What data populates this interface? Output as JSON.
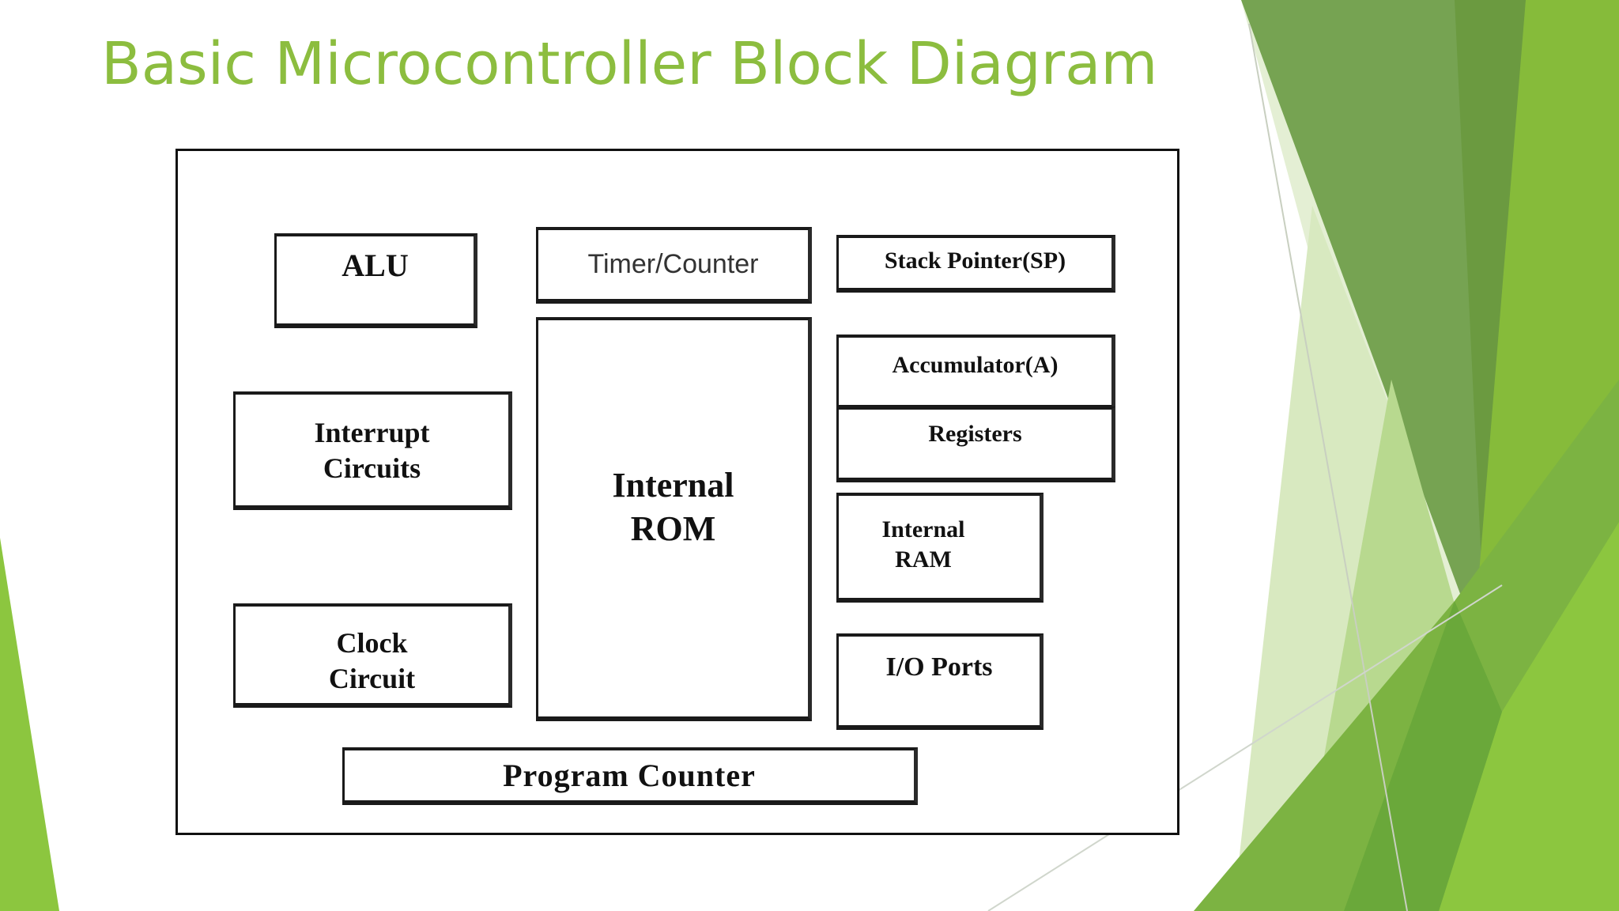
{
  "slide": {
    "title": "Basic Microcontroller Block Diagram"
  },
  "colors": {
    "title": "#8cbd3f",
    "accent_green": "#7ab648",
    "dark_green": "#5a8f2e",
    "block_border": "#1a1a1a"
  },
  "diagram": {
    "blocks": {
      "alu": {
        "label": "ALU"
      },
      "timer_counter": {
        "label": "Timer/Counter"
      },
      "stack_pointer": {
        "label": "Stack Pointer(SP)"
      },
      "accumulator": {
        "label": "Accumulator(A)"
      },
      "registers": {
        "label": "Registers"
      },
      "interrupt": {
        "line1": "Interrupt",
        "line2": "Circuits"
      },
      "internal_rom": {
        "line1": "Internal",
        "line2": "ROM"
      },
      "internal_ram": {
        "line1": "Internal",
        "line2": "RAM"
      },
      "clock": {
        "line1": "Clock",
        "line2": "Circuit"
      },
      "io_ports": {
        "label": "I/O Ports"
      },
      "program_counter": {
        "label": "Program Counter"
      }
    }
  }
}
